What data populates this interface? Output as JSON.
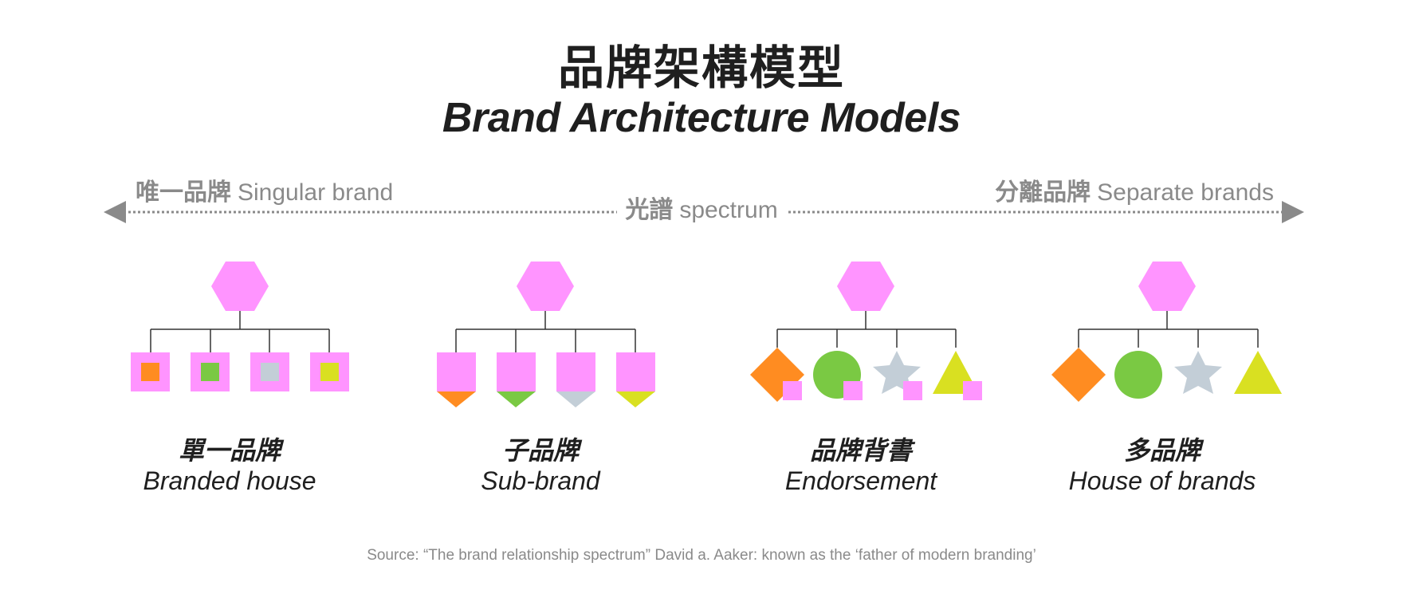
{
  "title": {
    "zh": "品牌架構模型",
    "en": "Brand Architecture Models"
  },
  "spectrum": {
    "left": {
      "zh": "唯一品牌",
      "en": "Singular brand"
    },
    "center": {
      "zh": "光譜",
      "en": "spectrum"
    },
    "right": {
      "zh": "分離品牌",
      "en": "Separate brands"
    }
  },
  "colors": {
    "pink": "#ff94ff",
    "orange": "#ff8c21",
    "green": "#7ac943",
    "gray": "#c3ced7",
    "yellow": "#d9e021",
    "arrow": "#8a8a8a",
    "line": "#333333"
  },
  "models": [
    {
      "zh": "單一品牌",
      "en": "Branded house"
    },
    {
      "zh": "子品牌",
      "en": "Sub-brand"
    },
    {
      "zh": "品牌背書",
      "en": "Endorsement"
    },
    {
      "zh": "多品牌",
      "en": "House of brands"
    }
  ],
  "source": "Source: “The brand relationship spectrum” David a. Aaker: known as the ‘father of modern branding’"
}
